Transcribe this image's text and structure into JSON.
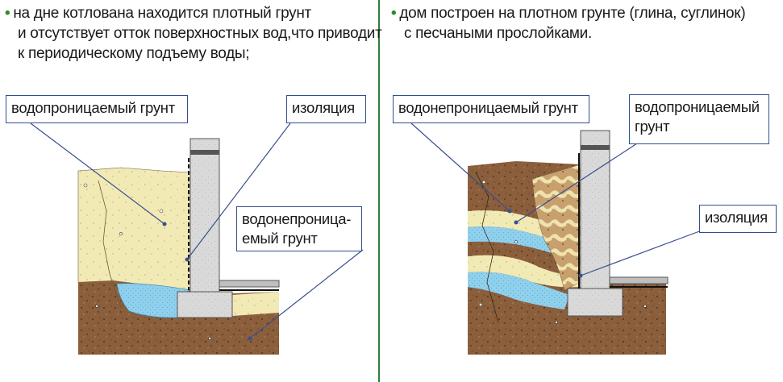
{
  "colors": {
    "divider": "#2e7d3a",
    "bullet": "#2e8b2e",
    "callout_border": "#2f4f8f",
    "leader_line": "#3a4f8f",
    "sand": "#f2eab5",
    "clay": "#8b5e3c",
    "water": "#8fd0ec",
    "concrete": "#d9d9d9",
    "insulation": "#111111"
  },
  "left": {
    "caption": {
      "bullet": "•",
      "lines": [
        "на дне котлована находится плотный грунт",
        "и отсутствует отток поверхностных вод,что приводит",
        "к периодическому подъему воды;"
      ]
    },
    "labels": {
      "permeable": "водопроницаемый грунт",
      "insulation": "изоляция",
      "impermeable_line1": "водонепроница-",
      "impermeable_line2": "емый грунт"
    }
  },
  "right": {
    "caption": {
      "bullet": "•",
      "lines": [
        "дом построен на плотном грунте (глина, суглинок)",
        "с песчаными прослойками."
      ]
    },
    "labels": {
      "impermeable": "водонепроницаемый грунт",
      "permeable_line1": "водопроницаемый",
      "permeable_line2": "грунт",
      "insulation": "изоляция"
    }
  }
}
